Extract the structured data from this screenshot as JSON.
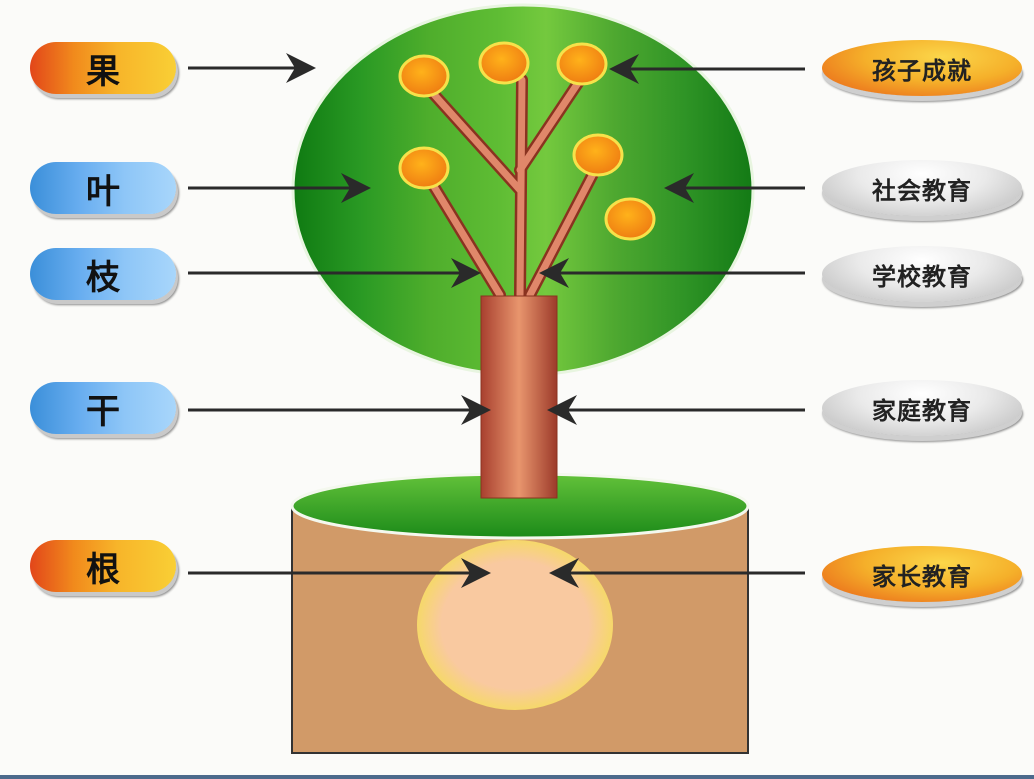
{
  "diagram": {
    "left_labels": [
      {
        "id": "fruit",
        "text": "果",
        "style": "orange"
      },
      {
        "id": "leaf",
        "text": "叶",
        "style": "blue"
      },
      {
        "id": "branch",
        "text": "枝",
        "style": "blue"
      },
      {
        "id": "trunk",
        "text": "干",
        "style": "blue"
      },
      {
        "id": "root",
        "text": "根",
        "style": "orange"
      }
    ],
    "right_labels": [
      {
        "id": "child-achievement",
        "text": "孩子成就",
        "style": "orange"
      },
      {
        "id": "social-education",
        "text": "社会教育",
        "style": "grey"
      },
      {
        "id": "school-education",
        "text": "学校教育",
        "style": "grey"
      },
      {
        "id": "family-education",
        "text": "家庭教育",
        "style": "grey"
      },
      {
        "id": "parent-education",
        "text": "家长教育",
        "style": "orange"
      }
    ],
    "fruit_count": 6,
    "colors": {
      "canopy_dark": "#1f8a1a",
      "canopy_light": "#6cc43a",
      "trunk": "#c2644a",
      "soil": "#d29a67",
      "root_glow": "#f8c8a0",
      "fruit": "#f7a21a",
      "arrow": "#2a2a2a",
      "bottom_bar": "#4c6a8c"
    }
  }
}
